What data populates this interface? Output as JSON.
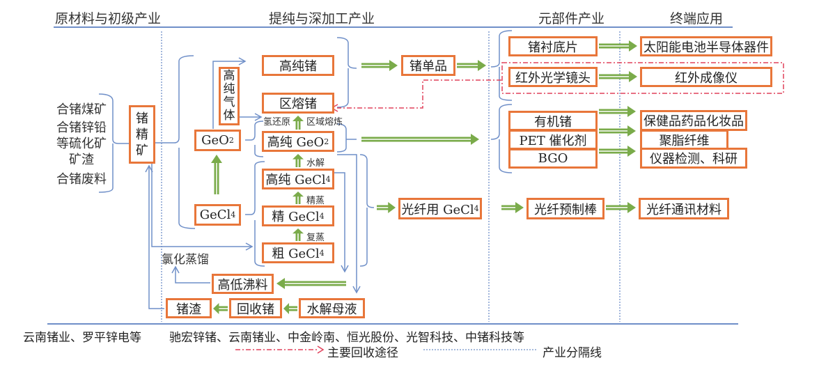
{
  "headers": {
    "raw": "原材料与初级产业",
    "refine": "提纯与深加工产业",
    "component": "元部件产业",
    "terminal": "终端应用"
  },
  "raw_materials": [
    "合锗煤矿",
    "合锗锌铅",
    "等硫化矿",
    "矿渣",
    "合锗废料"
  ],
  "ge_concentrate": [
    "锗",
    "精",
    "矿"
  ],
  "high_purity_gas": [
    "高",
    "纯",
    "气",
    "体"
  ],
  "refine": {
    "geo2": "GeO",
    "geo2_sub": "2",
    "gecl4": "GeCl",
    "gecl4_sub": "4",
    "high_purity_ge": "高纯锗",
    "zone_ge": "区熔锗",
    "high_purity_geo2": "高纯 GeO",
    "high_purity_geo2_sub": "2",
    "high_purity_gecl4": "高纯 GeCl",
    "high_purity_gecl4_sub": "4",
    "fine_gecl4": "精 GeCl",
    "fine_gecl4_sub": "4",
    "crude_gecl4": "粗 GeCl",
    "crude_gecl4_sub": "4",
    "ge_single_crystal": "锗单品",
    "fiber_gecl4": "光纤用 GeCl",
    "fiber_gecl4_sub": "4",
    "high_low_boiling": "高低沸料",
    "ge_residue": "锗渣",
    "recovered_ge": "回收锗",
    "hydrolysis_liquor": "水解母液"
  },
  "process_labels": {
    "h2_reduction": "氢还原",
    "zone_melting": "区域熔炼",
    "hydrolysis": "水解",
    "rectification": "精蒸",
    "re_distill": "复蒸",
    "chlorination": "氯化蒸馏"
  },
  "components": {
    "ge_substrate": "锗衬底片",
    "ir_lens": "红外光学镜头",
    "organic_ge": "有机锗",
    "pet_catalyst": "PET 催化剂",
    "bgo": "BGO",
    "fiber_preform": "光纤预制棒"
  },
  "terminal": {
    "solar_semi": "太阳能电池半导体器件",
    "ir_imager": "红外成像仪",
    "health_pharma": "保健品药品化妆品",
    "polyester_fiber": "聚脂纤维",
    "instrument_research": "仪器检测、科研",
    "fiber_comm": "光纤通讯材料"
  },
  "companies": {
    "raw": "云南锗业、罗平锌电等",
    "refine": "驰宏锌锗、云南锗业、中金岭南、恒光股份、光智科技、中锗科技等"
  },
  "legend": {
    "recovery_path": "主要回收途径",
    "industry_divider": "产业分隔线"
  },
  "colors": {
    "box_border": "#e8763a",
    "green_arrow": "#7aab4a",
    "blue_line": "#6f8fc8",
    "red_dash": "#e0405a"
  }
}
